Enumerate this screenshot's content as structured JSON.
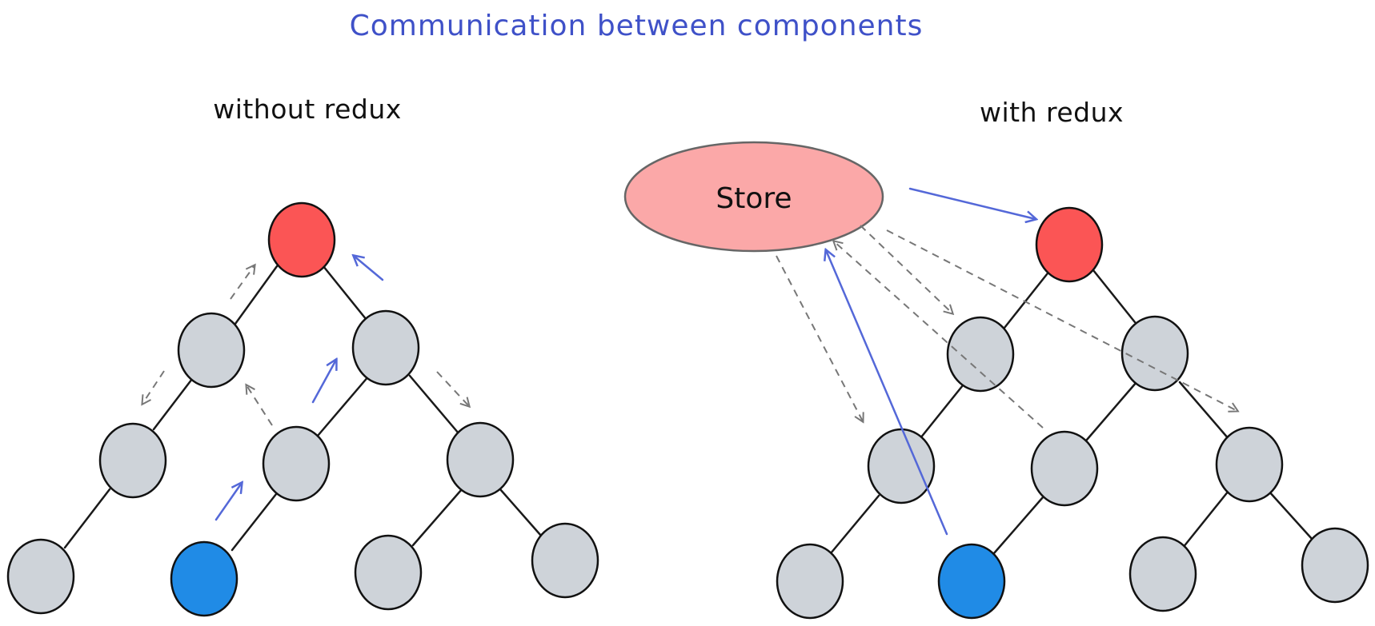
{
  "title": "Communication between components",
  "left": {
    "label": "without redux"
  },
  "right": {
    "label": "with redux",
    "store_label": "Store"
  },
  "colors": {
    "title": "#3f51c8",
    "text": "#111111",
    "root_node": "#fb5555",
    "regular_node": "#ced3d9",
    "source_node": "#208be6",
    "store_fill": "#fba8a8",
    "store_stroke": "#666666",
    "edge": "#1a1a1a",
    "dashed_arrow": "#777777",
    "blue_arrow": "#5468d8"
  }
}
